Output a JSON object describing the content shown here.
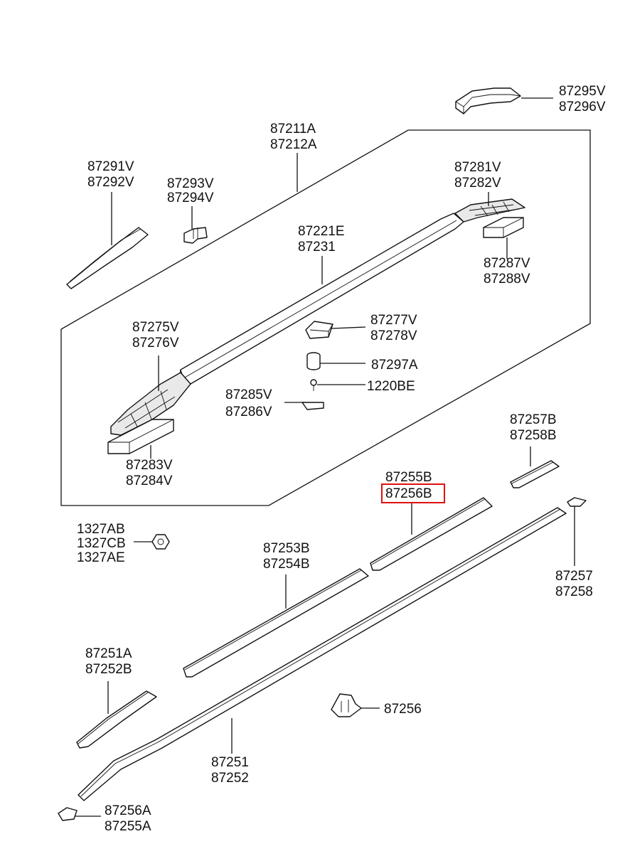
{
  "labels": {
    "p87295": [
      "87295V",
      "87296V"
    ],
    "p87211": [
      "87211A",
      "87212A"
    ],
    "p87291": [
      "87291V",
      "87292V"
    ],
    "p87293": [
      "87293V",
      "87294V"
    ],
    "p87281": [
      "87281V",
      "87282V"
    ],
    "p87221": [
      "87221E",
      "87231"
    ],
    "p87287": [
      "87287V",
      "87288V"
    ],
    "p87275": [
      "87275V",
      "87276V"
    ],
    "p87277": [
      "87277V",
      "87278V"
    ],
    "p87297": [
      "87297A"
    ],
    "p1220": [
      "1220BE"
    ],
    "p87285": [
      "87285V",
      "87286V"
    ],
    "p87283": [
      "87283V",
      "87284V"
    ],
    "p87257b": [
      "87257B",
      "87258B"
    ],
    "p87255b": [
      "87255B",
      "87256B"
    ],
    "p1327": [
      "1327AB",
      "1327CB",
      "1327AE"
    ],
    "p87253": [
      "87253B",
      "87254B"
    ],
    "p87257": [
      "87257",
      "87258"
    ],
    "p87251a": [
      "87251A",
      "87252B"
    ],
    "p87256": [
      "87256"
    ],
    "p87251": [
      "87251",
      "87252"
    ],
    "p87256a": [
      "87256A",
      "87255A"
    ]
  },
  "highlight": {
    "label": "87256B",
    "color": "#e01010"
  }
}
